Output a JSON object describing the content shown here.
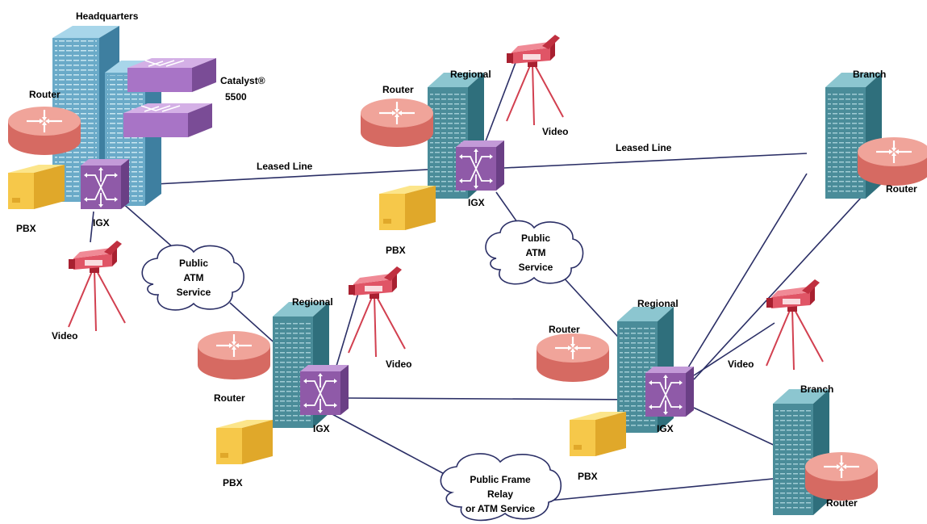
{
  "labels": {
    "headquarters": "Headquarters",
    "catalyst_name": "Catalyst®",
    "catalyst_model": "5500",
    "router": "Router",
    "pbx": "PBX",
    "igx": "IGX",
    "video": "Video",
    "leased_line": "Leased Line",
    "regional": "Regional",
    "branch": "Branch",
    "atm_cloud": [
      "Public",
      "ATM",
      "Service"
    ],
    "frame_cloud": [
      "Public Frame",
      "Relay",
      "or ATM Service"
    ]
  },
  "colors": {
    "building": "#4a8c99",
    "building_light": "#7ab8c4",
    "hq_building": "#6aaac8",
    "catalyst": "#b07ac8",
    "router": "#e88a80",
    "pbx": "#f2c23e",
    "igx": "#8f5aa8",
    "video": "#d24050",
    "link": "#2b2f66"
  }
}
